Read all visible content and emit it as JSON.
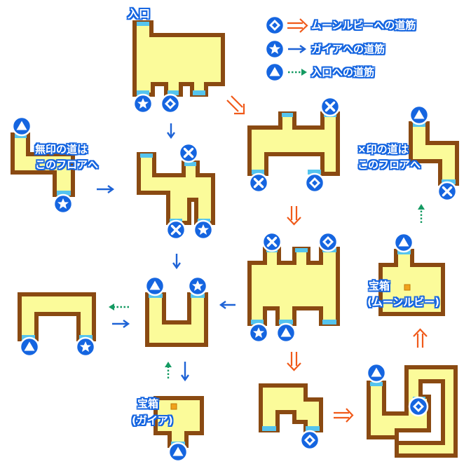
{
  "legend": {
    "diamond_text": "ムーンルビーへの道筋",
    "star_text": "ガイアへの道筋",
    "triangle_text": "入口への道筋",
    "colors": {
      "diamond_route": "#f05a1a",
      "star_route": "#1e63d6",
      "triangle_route": "#149a62"
    },
    "icons": [
      "diamond-icon",
      "star-icon",
      "triangle-icon"
    ]
  },
  "labels": {
    "entrance": "入口",
    "unmarked_route_line1": "無印の道は",
    "unmarked_route_line2": "このフロアへ",
    "x_route_line1": "×印の道は",
    "x_route_line2": "このフロアへ",
    "treasure_moonruby_line1": "宝箱",
    "treasure_moonruby_line2": "(ムーンルビー)",
    "treasure_gaia_line1": "宝箱",
    "treasure_gaia_line2": "(ガイア)"
  },
  "colors": {
    "floor": "#fbfb9a",
    "wall": "#8a4a12",
    "door": "#55c4ee",
    "badge": "#1565e0",
    "chest": "#f0a21c"
  }
}
